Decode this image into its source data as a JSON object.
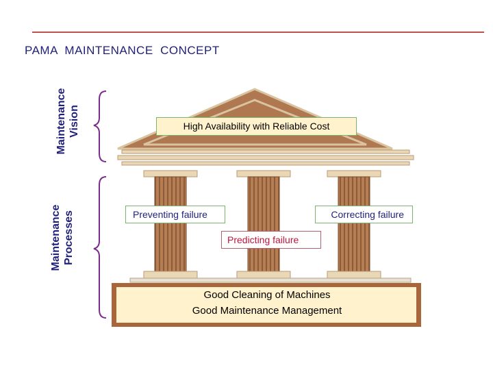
{
  "header": {
    "title": "PAMA  MAINTENANCE  CONCEPT"
  },
  "side_labels": {
    "vision": [
      "Maintenance",
      "Vision"
    ],
    "processes": [
      "Maintenance",
      "Processes"
    ]
  },
  "roof": {
    "label": "High Availability with Reliable Cost"
  },
  "pillars": {
    "preventing": "Preventing failure",
    "correcting": "Correcting failure",
    "predicting": "Predicting failure"
  },
  "foundation": {
    "line1": "Good Cleaning of Machines",
    "line2": "Good Maintenance Management"
  },
  "colors": {
    "accent_rule": "#c0504d",
    "title_text": "#1f1f7a",
    "brace": "#7b2b8c",
    "roof_fill": "#b07850",
    "pillar_fill": "#b07850",
    "foundation_fill": "#fff2cc",
    "predict_text": "#c0143c"
  }
}
